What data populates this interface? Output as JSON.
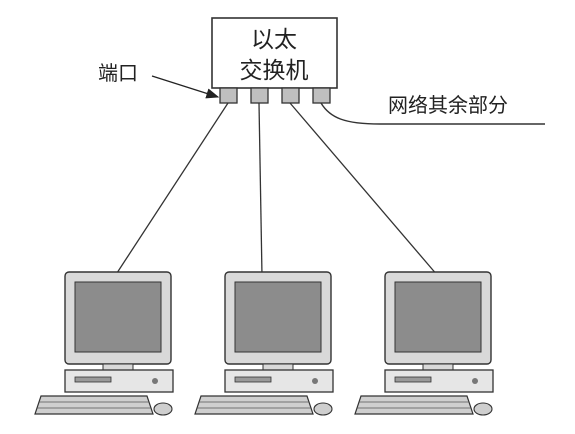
{
  "switch": {
    "line1": "以太",
    "line2": "交换机",
    "port_count": 4
  },
  "labels": {
    "port": "端口",
    "rest_of_network": "网络其余部分"
  },
  "computers": [
    {
      "id": "pc-1"
    },
    {
      "id": "pc-2"
    },
    {
      "id": "pc-3"
    }
  ],
  "colors": {
    "line": "#333333",
    "screen": "#8c8c8c",
    "monitor_body": "#d9d9d9",
    "port": "#bfbfbf"
  }
}
